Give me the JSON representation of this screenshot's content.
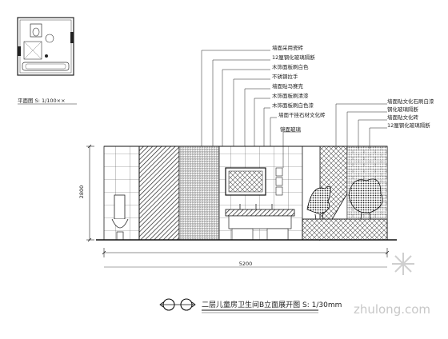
{
  "key_plan": {
    "caption": "平面图 S: 1/100××"
  },
  "callouts_center": [
    "墙面采用瓷砖",
    "12厘钢化玻璃隔断",
    "木饰面板刷白色",
    "不锈钢拉手",
    "墙面贴马赛克",
    "木饰面板刷清漆",
    "木饰面板刷白色漆",
    "墙面干挂石材文化砖"
  ],
  "callout_mirror": "镜面玻璃",
  "callouts_right": [
    "墙面贴文化石刷白漆",
    "钢化玻璃隔断",
    "墙面贴文化砖",
    "12厘钢化玻璃隔断"
  ],
  "dims": {
    "height": "2800",
    "overall": "5200"
  },
  "title": "二层儿童房卫生间B立面展开图 S: 1/30mm",
  "watermark": "zhulong.com"
}
